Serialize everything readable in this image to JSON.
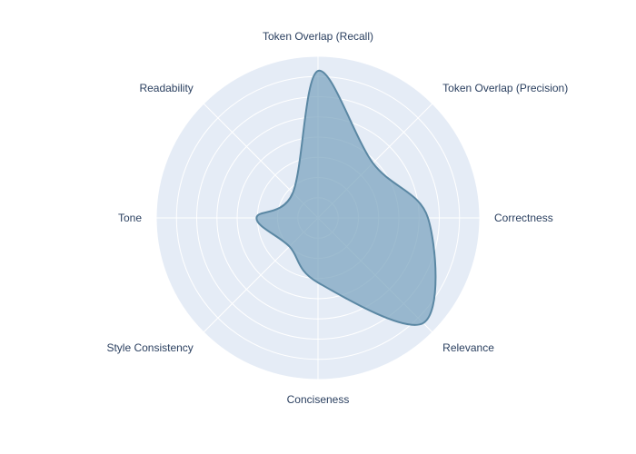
{
  "chart_data": {
    "type": "radar",
    "title": "",
    "categories": [
      "Token Overlap (Recall)",
      "Token Overlap (Precision)",
      "Correctness",
      "Relevance",
      "Conciseness",
      "Style Consistency",
      "Tone",
      "Readability"
    ],
    "series": [
      {
        "values": [
          0.91,
          0.48,
          0.68,
          0.92,
          0.4,
          0.25,
          0.38,
          0.22
        ]
      }
    ],
    "rlim": [
      0,
      1
    ],
    "grid": true,
    "line_shape": "spline",
    "colors": {
      "fill": "#7ea6c0",
      "stroke": "#5a87a3",
      "polar_background": "#e5ecf6",
      "gridline": "#ffffff",
      "label_text": "#2a3f5f"
    }
  }
}
